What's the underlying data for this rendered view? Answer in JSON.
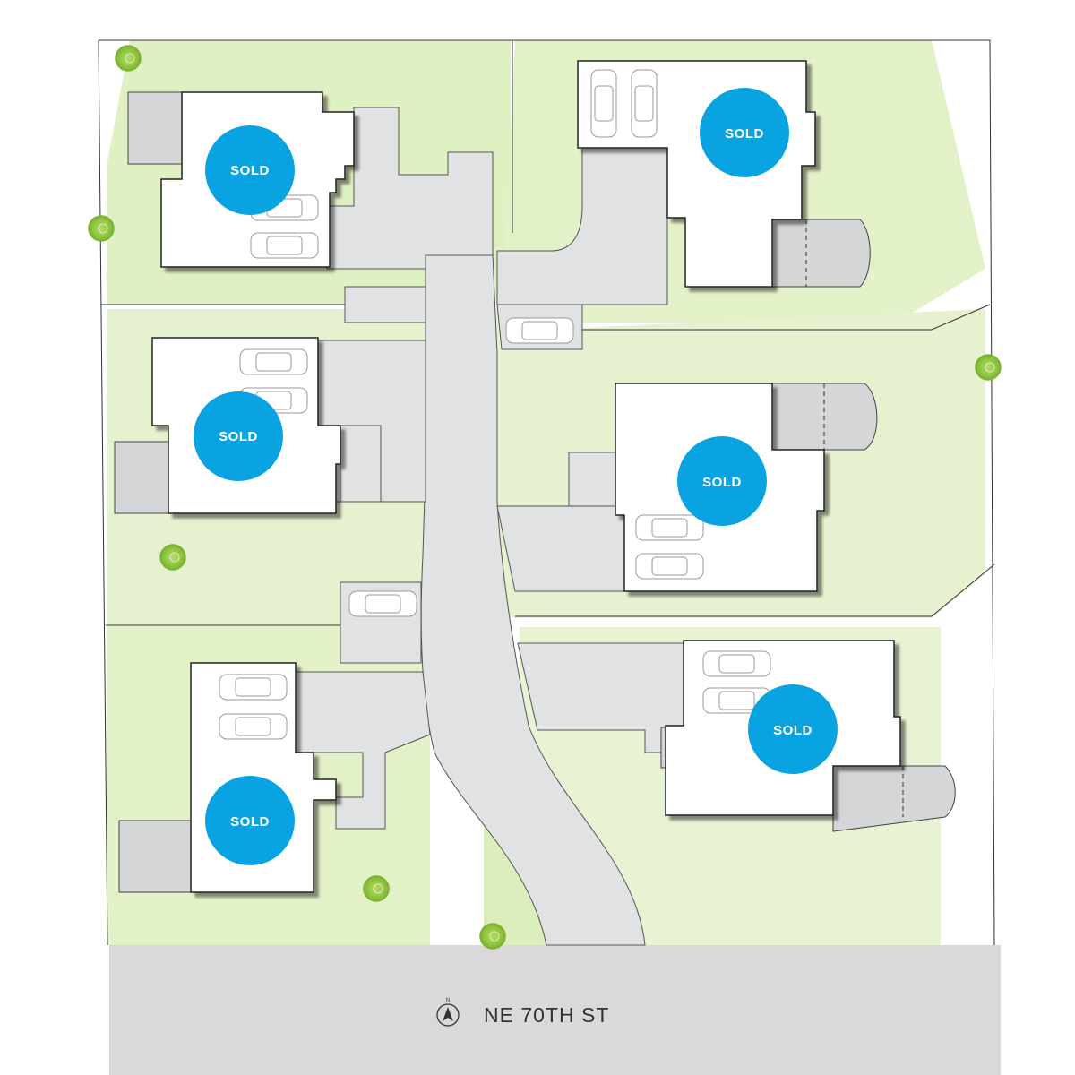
{
  "map": {
    "street_name": "NE 70TH ST",
    "compass_label": "N",
    "colors": {
      "lawn": "#dfeec2",
      "paving": "#e1e2e3",
      "house": "#ffffff",
      "outline": "#222222",
      "badge": "#0aa3e2",
      "tree": "#8fc43e"
    },
    "lots": [
      {
        "id": "lot-1",
        "status": "SOLD"
      },
      {
        "id": "lot-2",
        "status": "SOLD"
      },
      {
        "id": "lot-3",
        "status": "SOLD"
      },
      {
        "id": "lot-4",
        "status": "SOLD"
      },
      {
        "id": "lot-5",
        "status": "SOLD"
      },
      {
        "id": "lot-6",
        "status": "SOLD"
      }
    ]
  }
}
